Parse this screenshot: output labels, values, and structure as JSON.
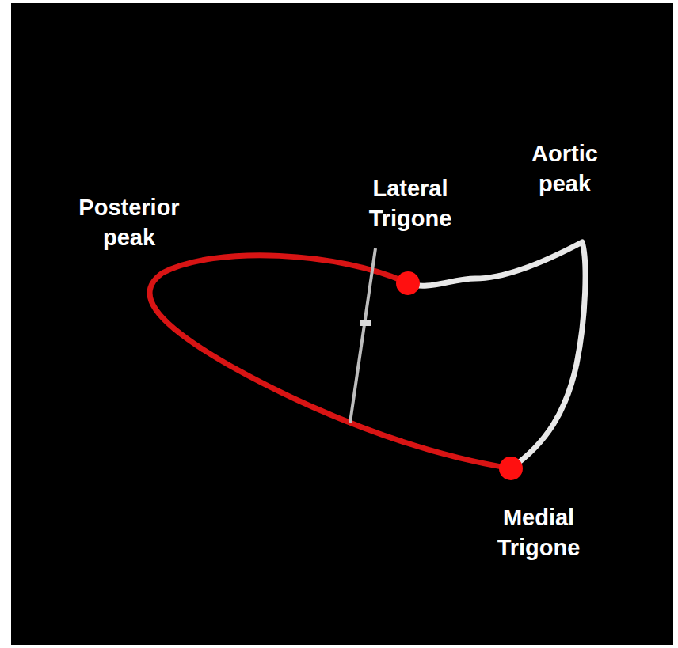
{
  "diagram": {
    "labels": [
      "Posterior peak",
      "Lateral Trigone",
      "Aortic peak",
      "Medial Trigone"
    ]
  }
}
